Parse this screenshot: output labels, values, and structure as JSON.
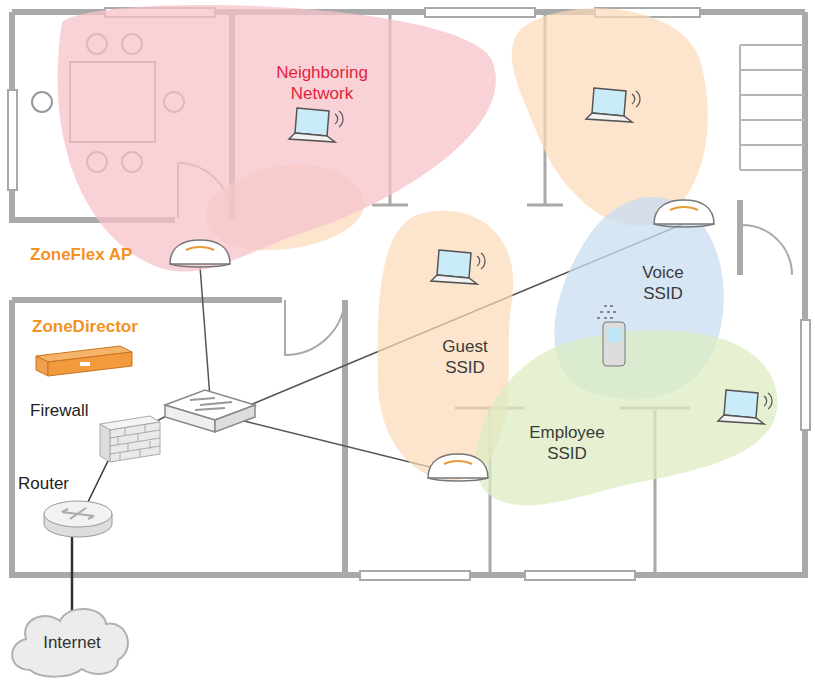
{
  "diagram": {
    "nodes": [
      {
        "text": [
          "Neighboring Network"
        ]
      },
      {
        "text": [
          "ZoneFlex AP"
        ]
      },
      {
        "text": [
          "ZoneDirector"
        ]
      },
      {
        "text": [
          "Firewall"
        ]
      },
      {
        "text": [
          "Guest SSID"
        ]
      },
      {
        "text": [
          "Voice SSID"
        ]
      },
      {
        "text": [
          "Router"
        ]
      },
      {
        "text": [
          "Employee SSID"
        ]
      },
      {
        "text": [
          "Internet"
        ]
      }
    ],
    "edges": [
      {
        "from": 3,
        "to": 6,
        "arrow": "none"
      },
      {
        "from": 6,
        "to": 8,
        "arrow": "none"
      }
    ]
  }
}
